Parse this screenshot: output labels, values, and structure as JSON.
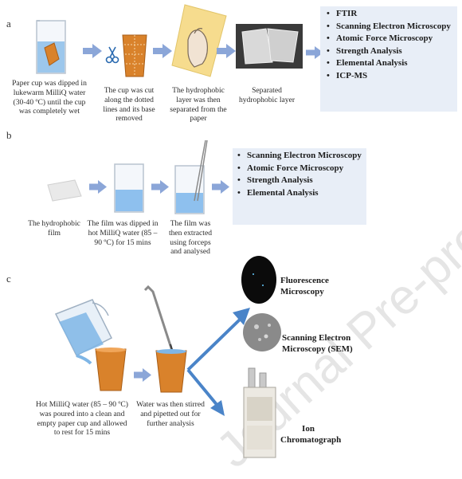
{
  "panels": {
    "a": {
      "label": "a",
      "captions": [
        "Paper cup was dipped in lukewarm MilliQ water (30-40 ºC) until the cup was completely wet",
        "The cup was cut along the dotted lines and its base removed",
        "The hydrophobic layer was then separated from the paper",
        "Separated hydrophobic layer"
      ],
      "techniques": [
        "FTIR",
        "Scanning Electron Microscopy",
        "Atomic Force Microscopy",
        "Strength Analysis",
        "Elemental Analysis",
        "ICP-MS"
      ]
    },
    "b": {
      "label": "b",
      "captions": [
        "The hydrophobic film",
        "The film was dipped in hot MilliQ water (85 – 90 ºC) for 15 mins",
        "The film was then extracted using forceps and analysed"
      ],
      "techniques": [
        "Scanning Electron Microscopy",
        "Atomic Force Microscopy",
        "Strength Analysis",
        "Elemental Analysis"
      ]
    },
    "c": {
      "label": "c",
      "captions": [
        "Hot MilliQ water (85 – 90 ºC) was poured into a clean and empty paper cup and allowed to rest for 15 mins",
        "Water was then stirred and pipetted out for further analysis"
      ],
      "techniques": [
        "Fluorescence Microscopy",
        "Scanning Electron Microscopy (SEM)",
        "Ion Chromatograph"
      ]
    }
  },
  "watermark": "Journal Pre-proof",
  "colors": {
    "arrow": "#8ba6d8",
    "listbox": "#e8eef7",
    "water": "#7fb6e6",
    "cup": "#d9822b"
  }
}
